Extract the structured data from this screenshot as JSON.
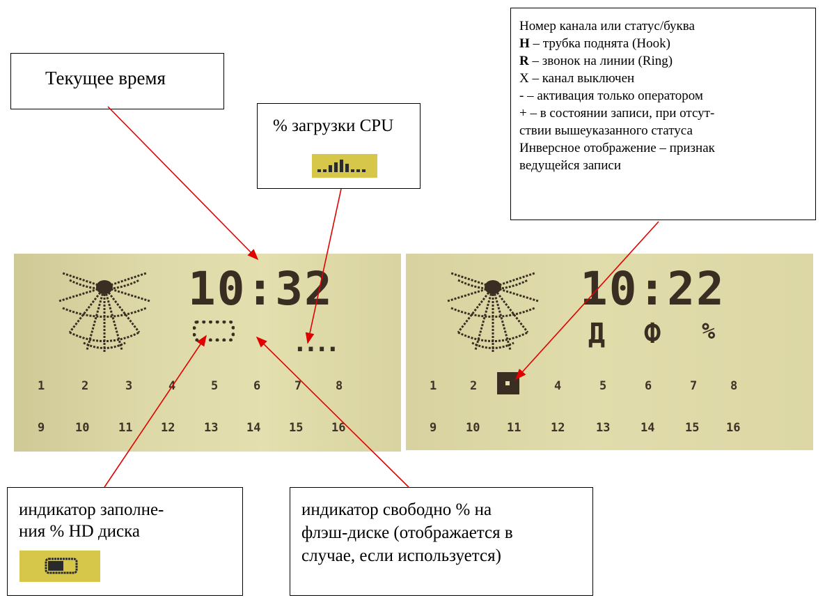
{
  "callouts": {
    "current_time": "Текущее время",
    "cpu_load": "% загрузки CPU",
    "hd_indicator_line1": "индикатор заполне-",
    "hd_indicator_line2": "ния % HD диска",
    "flash_line1": "индикатор свободно % на",
    "flash_line2": "флэш-диске (отображается в",
    "flash_line3": "случае, если используется)"
  },
  "legend": {
    "title": "Номер канала или статус/буква",
    "h_key": "H",
    "h_text": " – трубка поднята (Hook)",
    "r_key": "R",
    "r_text": " – звонок на линии (Ring)",
    "x_line": "X – канал выключен",
    "dash_line": " - –  активация только оператором",
    "plus_line1": "+ –  в состоянии записи, при отсут-",
    "plus_line2": "ствии вышеуказанного статуса",
    "inverse_line1": "Инверсное отображение – признак",
    "inverse_line2": "ведущейся записи"
  },
  "lcd_left": {
    "time": "10:32",
    "flash_dots": "....",
    "row1": [
      "1",
      "2",
      "3",
      "4",
      "5",
      "6",
      "7",
      "8"
    ],
    "row2": [
      "9",
      "10",
      "11",
      "12",
      "13",
      "14",
      "15",
      "16"
    ]
  },
  "lcd_right": {
    "time": "10:22",
    "glyph1": "Д",
    "glyph2": "Ф",
    "glyph3": "%",
    "row1": [
      "1",
      "2",
      "",
      "4",
      "5",
      "6",
      "7",
      "8"
    ],
    "row2": [
      "9",
      "10",
      "11",
      "12",
      "13",
      "14",
      "15",
      "16"
    ]
  },
  "colors": {
    "arrow": "#e00000",
    "lcd_bg": "#ddd8a6",
    "lcd_ink": "#3a2e22",
    "icon_bg": "#d6c64a"
  }
}
